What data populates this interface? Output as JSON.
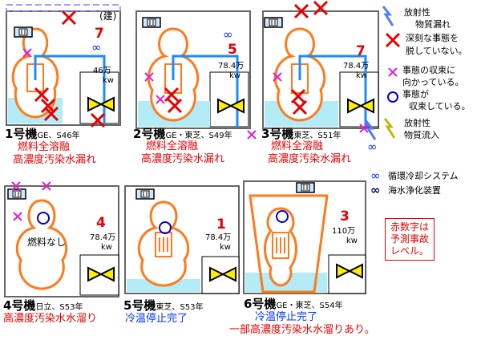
{
  "units": [
    {
      "name": "1号機",
      "maker": "GE、S46年",
      "level": "7",
      "mw": "46万",
      "kw": "kw",
      "status1": "燃料全溶融",
      "status2": "高濃度汚染水漏れ",
      "fuel_note": "",
      "extra": "(建)"
    },
    {
      "name": "2号機",
      "maker": "GE・東芝、S49年",
      "level": "5",
      "mw": "78.4万",
      "kw": "kw",
      "status1": "燃料全溶融",
      "status2": "高濃度汚染水漏れ",
      "fuel_note": "",
      "extra": ""
    },
    {
      "name": "3号機",
      "maker": "東芝、S51年",
      "level": "7",
      "mw": "78.4万",
      "kw": "kw",
      "status1": "燃料全溶融",
      "status2": "高濃度汚染水漏れ",
      "fuel_note": "",
      "extra": ""
    },
    {
      "name": "4号機",
      "maker": "日立、S53年",
      "level": "4",
      "mw": "78.4万",
      "kw": "kw",
      "status1": "高濃度汚染水水溜り",
      "status2": "",
      "fuel_note": "燃料なし",
      "extra": ""
    },
    {
      "name": "5号機",
      "maker": "東芝、S53年",
      "level": "1",
      "mw": "78.4万",
      "kw": "kw",
      "status1": "冷温停止完了",
      "status2": "",
      "fuel_note": "",
      "extra": ""
    },
    {
      "name": "6号機",
      "maker": "GE・東芝、S54年",
      "level": "3",
      "mw": "110万",
      "kw": "kw",
      "status1": "冷温停止完了",
      "status2": "一部高濃度汚染水水溜りあり。",
      "fuel_note": "",
      "extra": ""
    }
  ],
  "legend": {
    "leak1": "放射性",
    "leak2": "物質漏れ",
    "red_x1": "深刻な事態を",
    "red_x2": "脱していない。",
    "pink_x1": "事態の収束に",
    "pink_x2": "向かっている。",
    "circle1": "事態が",
    "circle2": "収束している。",
    "inflow1": "放射性",
    "inflow2": "物質流入",
    "circ_cool": "循環冷却システム",
    "sea_purify": "海水浄化装置",
    "infinity": "∞",
    "note1": "赤数字は",
    "note2": "予測事故",
    "note3": "レベル。"
  },
  "colors": {
    "orange": "#ff7a1a",
    "blue_line": "#1a8cff",
    "water": "#b3ecf7",
    "red": "#e60000",
    "pink": "#e020d0",
    "yellow": "#ffee00",
    "navy": "#000066"
  }
}
